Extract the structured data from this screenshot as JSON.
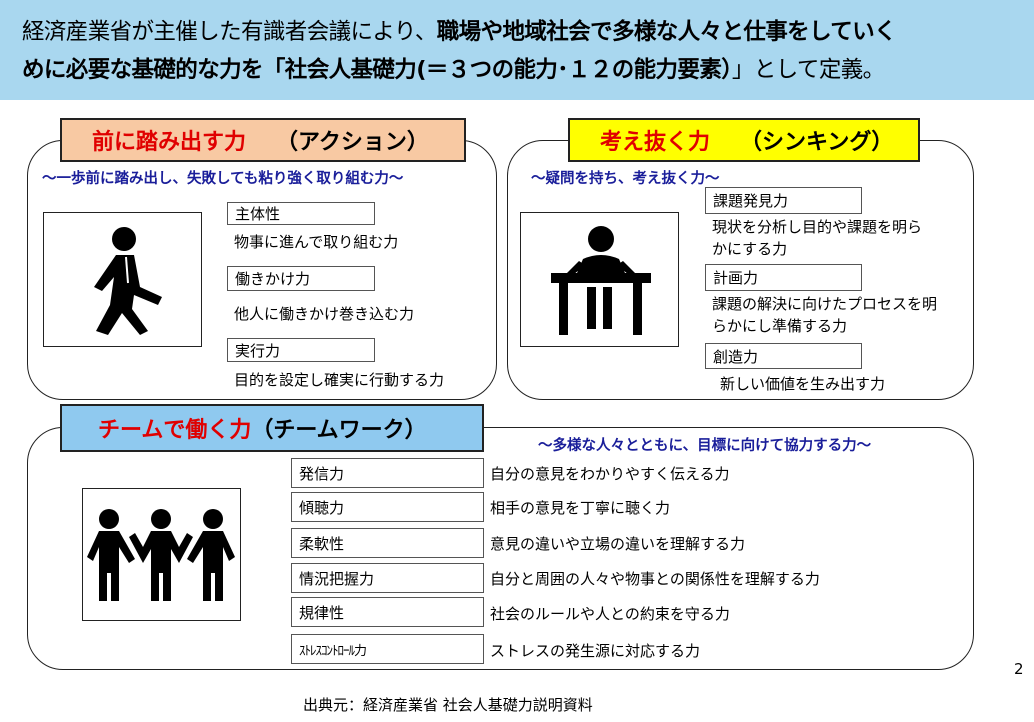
{
  "header": {
    "line1_plain": "経済産業省が主催した有識者会議により、",
    "line1_bold": "職場や地域社会で多様な人々と仕事をしていく",
    "line2_bold": "めに必要な基礎的な力を「社会人基礎力(＝３つの能力･１２の能力要素）",
    "line2_plain": "」として定義。"
  },
  "action": {
    "title_red": "前に踏み出す力",
    "title_black": "（アクション）",
    "subtitle": "～一歩前に踏み出し、失敗しても粘り強く取り組む力～",
    "figure_icon": "walking-person-icon",
    "skills": [
      {
        "name": "主体性",
        "desc": "物事に進んで取り組む力"
      },
      {
        "name": "働きかけ力",
        "desc": "他人に働きかけ巻き込む力"
      },
      {
        "name": "実行力",
        "desc": "目的を設定し確実に行動する力"
      }
    ]
  },
  "thinking": {
    "title_red": "考え抜く力",
    "title_black": "（シンキング）",
    "subtitle": "～疑問を持ち、考え抜く力～",
    "figure_icon": "person-at-desk-icon",
    "skills": [
      {
        "name": "課題発見力",
        "desc1": "現状を分析し目的や課題を明ら",
        "desc2": "かにする力"
      },
      {
        "name": "計画力",
        "desc1": "課題の解決に向けたプロセスを明",
        "desc2": "らかにし準備する力"
      },
      {
        "name": "創造力",
        "desc1": "新しい価値を生み出す力"
      }
    ]
  },
  "team": {
    "title_red": "チームで働く力",
    "title_black": "（チームワーク）",
    "subtitle": "～多様な人々とともに、目標に向けて協力する力～",
    "figure_icon": "team-people-icon",
    "skills": [
      {
        "name": "発信力",
        "desc": "自分の意見をわかりやすく伝える力"
      },
      {
        "name": "傾聴力",
        "desc": "相手の意見を丁寧に聴く力"
      },
      {
        "name": "柔軟性",
        "desc": "意見の違いや立場の違いを理解する力"
      },
      {
        "name": "情況把握力",
        "desc": "自分と周囲の人々や物事との関係性を理解する力"
      },
      {
        "name": "規律性",
        "desc": "社会のルールや人との約束を守る力"
      },
      {
        "name": "ｽﾄﾚｽｺﾝﾄﾛｰﾙ力",
        "desc": "ストレスの発生源に対応する力"
      }
    ]
  },
  "page_number": "2",
  "source": "出典元：経済産業省 社会人基礎力説明資料"
}
